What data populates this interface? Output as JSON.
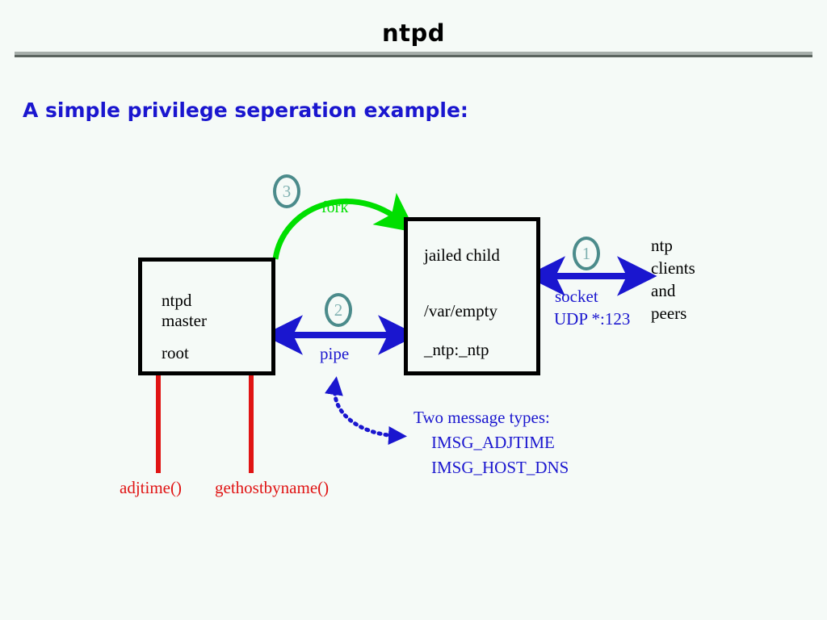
{
  "slide": {
    "title": "ntpd",
    "subtitle": "A simple privilege seperation example:",
    "background_color": "#f5faf7",
    "rule_colors": {
      "top": "#a6aeaa",
      "bottom": "#5b645f"
    }
  },
  "boxes": {
    "master": {
      "name": "ntpd master process",
      "lines": [
        "ntpd",
        "master",
        "root"
      ],
      "border_color": "#000000"
    },
    "child": {
      "name": "jailed child process",
      "lines": [
        "jailed child",
        "/var/empty",
        "_ntp:_ntp"
      ],
      "border_color": "#000000"
    }
  },
  "badges": [
    {
      "number": "1",
      "ring_color": "#4b8b8b",
      "text_color": "#7fb0b0"
    },
    {
      "number": "2",
      "ring_color": "#4b8b8b",
      "text_color": "#7fb0b0"
    },
    {
      "number": "3",
      "ring_color": "#4b8b8b",
      "text_color": "#7fb0b0"
    }
  ],
  "arrows": {
    "fork": {
      "label": "fork",
      "color": "#00df00",
      "style": "curved-solid",
      "direction": "master-to-child"
    },
    "pipe": {
      "label": "pipe",
      "color": "#1a16cf",
      "style": "straight-solid",
      "direction": "bidirectional"
    },
    "socket": {
      "label_line1": "socket",
      "label_line2": "UDP *:123",
      "color": "#1a16cf",
      "style": "straight-solid",
      "direction": "bidirectional"
    },
    "messages": {
      "color": "#1a16cf",
      "style": "curved-dotted",
      "direction": "bidirectional"
    }
  },
  "labels": {
    "peers": [
      "ntp",
      "clients",
      "and",
      "peers"
    ],
    "messages": {
      "header": "Two message types:",
      "items": [
        "IMSG_ADJTIME",
        "IMSG_HOST_DNS"
      ]
    },
    "syscalls": {
      "color": "#e01414",
      "left": "adjtime()",
      "right": "gethostbyname()"
    }
  }
}
